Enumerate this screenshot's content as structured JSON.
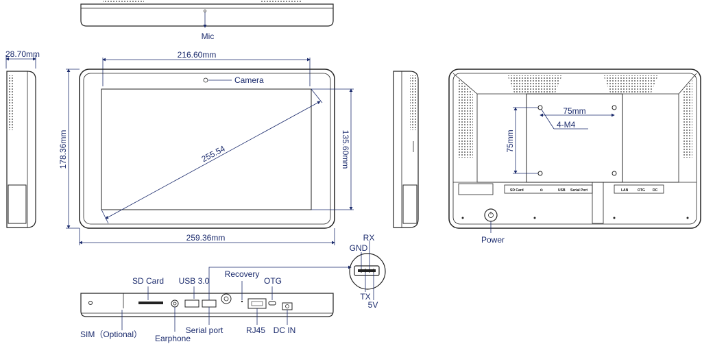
{
  "labels": {
    "mic": "Mic",
    "camera": "Camera",
    "width_top": "216.60mm",
    "diagonal": "255.54",
    "height_left": "178.36mm",
    "height_right": "135.60mm",
    "width_bottom": "259.36mm",
    "depth": "28.70mm",
    "vesa_h": "75mm",
    "vesa_v": "75mm",
    "screw": "4-M4",
    "power": "Power",
    "sd_card": "SD Card",
    "usb3": "USB 3.0",
    "recovery": "Recovery",
    "otg": "OTG",
    "sim": "SIM（Optional）",
    "earphone": "Earphone",
    "serial_port": "Serial port",
    "rj45": "RJ45",
    "dc_in": "DC IN",
    "gnd": "GND",
    "rx": "RX",
    "tx": "TX",
    "v5": "5V"
  },
  "back_port_labels": {
    "sd": "SD Card",
    "ear": "Ω",
    "usb": "USB",
    "serial": "Serial Port",
    "lan": "LAN",
    "otg": "OTG",
    "dc": "DC"
  }
}
